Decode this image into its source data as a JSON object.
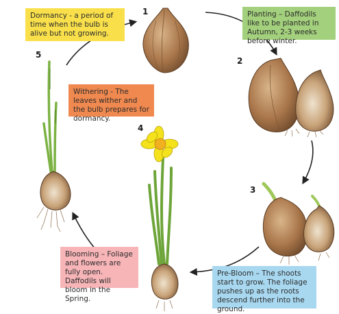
{
  "stages": [
    {
      "number": "1",
      "text": "Dormancy -  a period of time when the bulb is alive but not growing.",
      "color": "#f9e04b"
    },
    {
      "number": "2",
      "text": "Planting – Daffodils like to be planted in Autumn, 2-3 weeks before winter.",
      "color": "#a3d07c"
    },
    {
      "number": "3",
      "text": "Pre-Bloom – The shoots start to grow. The foliage pushes up as the roots descend further into the ground.",
      "color": "#a8d8f0"
    },
    {
      "number": "4",
      "text": "Blooming – Foliage and flowers are fully open. Daffodils will bloom in the Spring.",
      "color": "#f7b5b8"
    },
    {
      "number": "5",
      "text": "Withering - The leaves wither and the bulb prepares for dormancy.",
      "color": "#f0894f"
    }
  ],
  "colors": {
    "bulb": "#a9764a",
    "bulb_dark": "#6e4a2c",
    "leaf": "#7bb243",
    "flower": "#f4e21c",
    "arrow": "#222222"
  }
}
